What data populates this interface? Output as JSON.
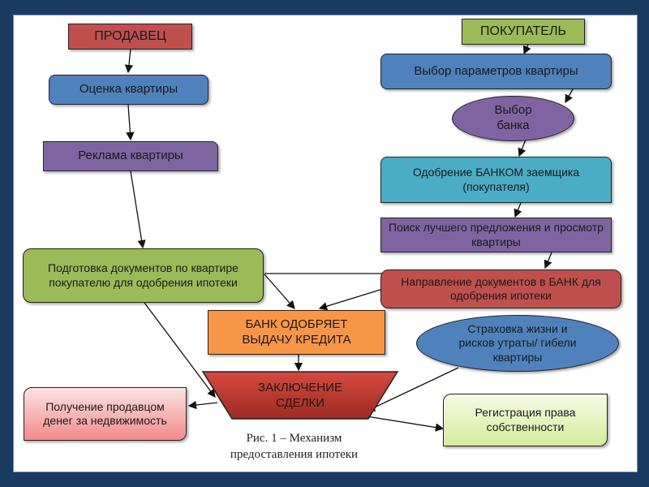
{
  "diagram": {
    "seller_header": "ПРОДАВЕЦ",
    "buyer_header": "ПОКУПАТЕЛЬ",
    "seller_steps": [
      "Оценка квартиры",
      "Реклама квартиры",
      "Подготовка документов по квартире покупателю для одобрения ипотеки"
    ],
    "buyer_steps": [
      "Выбор параметров квартиры",
      "Выбор банка",
      "Одобрение БАНКОМ заемщика (покупателя)",
      "Поиск лучшего предложения и просмотр квартиры",
      "Направление документов в БАНК для одобрения ипотеки"
    ],
    "bank_approval": "БАНК ОДОБРЯЕТ ВЫДАЧУ КРЕДИТА",
    "deal": "ЗАКЛЮЧЕНИЕ СДЕЛКИ",
    "insurance": "Страховка жизни и рисков утраты/ гибели квартиры",
    "seller_payment": "Получение продавцом денег за недвижимость",
    "registration": "Регистрация права собственности",
    "caption_line1": "Рис. 1 – Механизм",
    "caption_line2": "предоставления ипотеки"
  },
  "colors": {
    "frame": "#1b3a5f",
    "seller_header": "#c0504d",
    "buyer_header": "#9bbb59",
    "blue": "#4f81bd",
    "purple": "#8064a2",
    "green": "#9bbb59",
    "teal": "#4bacc6",
    "red": "#c0504d",
    "orange": "#f79646"
  }
}
